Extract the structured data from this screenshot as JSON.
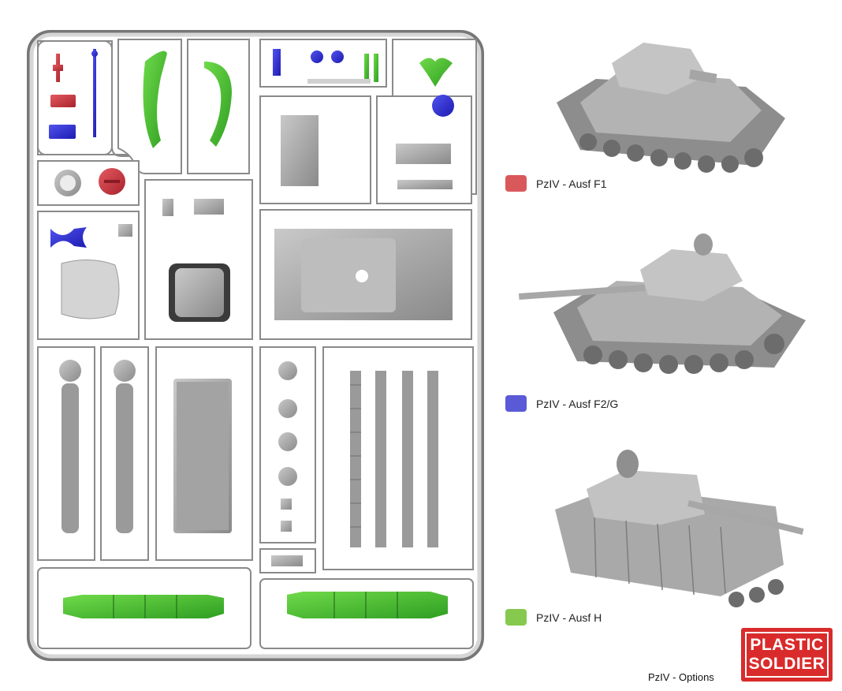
{
  "options": [
    {
      "label": "PzIV - Ausf F1",
      "color": "#d9595b"
    },
    {
      "label": "PzIV - Ausf F2/G",
      "color": "#5a5ad6"
    },
    {
      "label": "PzIV - Ausf H",
      "color": "#86c94f"
    }
  ],
  "caption": "PzIV - Options",
  "logo": {
    "line1": "PLASTIC",
    "line2": "SOLDIER"
  },
  "colors": {
    "sprue_frame": "#c9c9c9",
    "part_grey": "#9d9d9d",
    "red": "#c4303a",
    "blue": "#2a2ad0",
    "green": "#3fb52c"
  }
}
